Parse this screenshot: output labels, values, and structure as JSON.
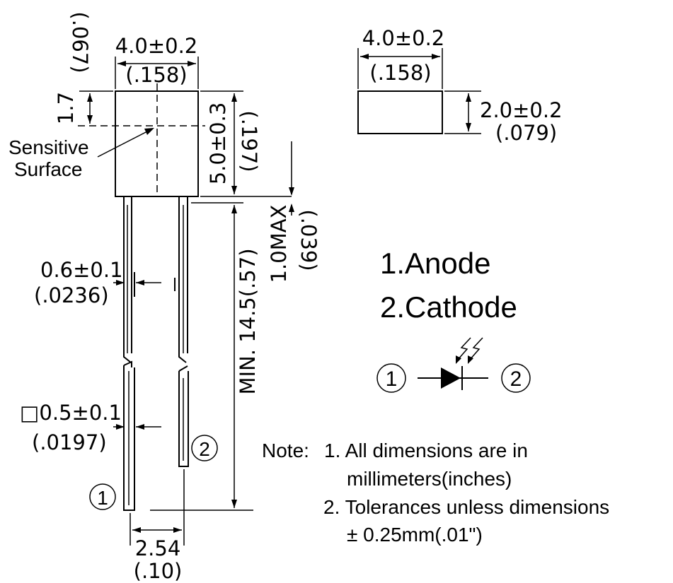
{
  "front_view": {
    "width_mm": "4.0±0.2",
    "width_in": "(.158)",
    "surface_offset_mm": "1.7",
    "surface_offset_in": "(.067)",
    "height_mm": "5.0±0.3",
    "height_in": "(.197)",
    "standoff_mm": "1.0MAX",
    "standoff_in": "(.039)",
    "lead_length": "MIN. 14.5(.57)",
    "lead_width_mm": "0.6±0.1",
    "lead_width_in": "(.0236)",
    "lead_square_mm": "□0.5±0.1",
    "lead_square_in": "(.0197)",
    "lead_pitch_mm": "2.54",
    "lead_pitch_in": "(.10)",
    "sensitive_surface_line1": "Sensitive",
    "sensitive_surface_line2": "Surface",
    "pin1": "1",
    "pin2": "2"
  },
  "top_view": {
    "width_mm": "4.0±0.2",
    "width_in": "(.158)",
    "depth_mm": "2.0±0.2",
    "depth_in": "(.079)"
  },
  "pins": {
    "pin1_label": "1.Anode",
    "pin2_label": "2.Cathode"
  },
  "symbol": {
    "pin1": "1",
    "pin2": "2"
  },
  "notes": {
    "heading": "Note:",
    "item1_line1": "1. All dimensions are in",
    "item1_line2": "millimeters(inches)",
    "item2_line1": "2. Tolerances unless dimensions",
    "item2_line2": "± 0.25mm(.01\")"
  }
}
